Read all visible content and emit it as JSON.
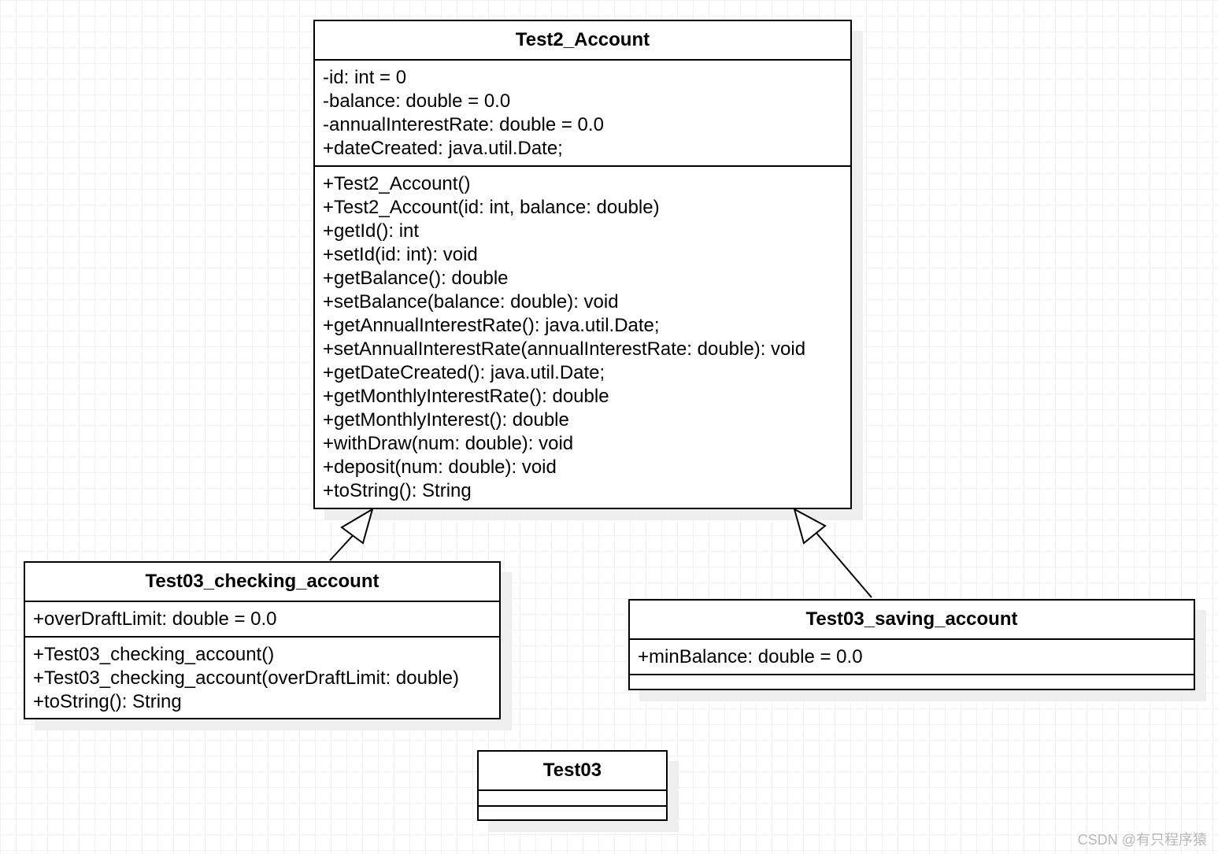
{
  "classes": {
    "account": {
      "name": "Test2_Account",
      "attributes": [
        "-id: int = 0",
        "-balance: double = 0.0",
        "-annualInterestRate: double = 0.0",
        "+dateCreated: java.util.Date;"
      ],
      "methods": [
        "+Test2_Account()",
        "+Test2_Account(id: int, balance: double)",
        "+getId(): int",
        "+setId(id: int): void",
        "+getBalance(): double",
        "+setBalance(balance: double): void",
        "+getAnnualInterestRate(): java.util.Date;",
        "+setAnnualInterestRate(annualInterestRate: double): void",
        "+getDateCreated(): java.util.Date;",
        "+getMonthlyInterestRate(): double",
        "+getMonthlyInterest(): double",
        "+withDraw(num: double): void",
        "+deposit(num: double): void",
        "+toString(): String"
      ]
    },
    "checking": {
      "name": "Test03_checking_account",
      "attributes": [
        "+overDraftLimit: double = 0.0"
      ],
      "methods": [
        "+Test03_checking_account()",
        "+Test03_checking_account(overDraftLimit: double)",
        "+toString(): String"
      ]
    },
    "saving": {
      "name": "Test03_saving_account",
      "attributes": [
        "+minBalance: double = 0.0"
      ],
      "methods": []
    },
    "test03": {
      "name": "Test03",
      "attributes": [],
      "methods": []
    }
  },
  "relations": [
    {
      "type": "generalization",
      "from": "Test03_checking_account",
      "to": "Test2_Account"
    },
    {
      "type": "generalization",
      "from": "Test03_saving_account",
      "to": "Test2_Account"
    }
  ],
  "watermark": "CSDN @有只程序猿"
}
